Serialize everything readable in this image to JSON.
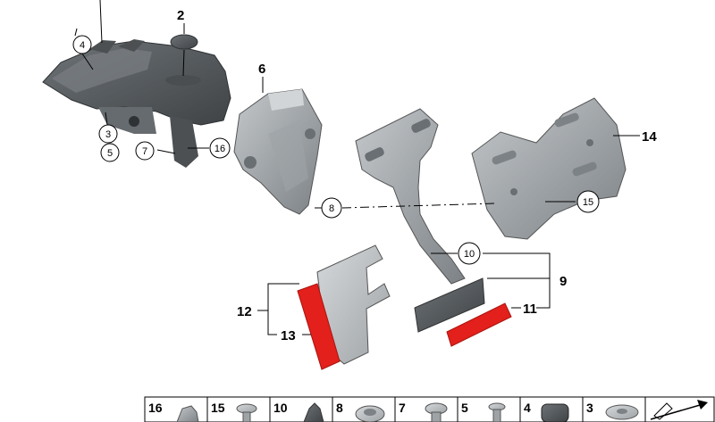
{
  "callouts": [
    {
      "key": "2",
      "text": "2",
      "circled": false
    },
    {
      "key": "4",
      "text": "4",
      "circled": true
    },
    {
      "key": "6",
      "text": "6",
      "circled": false
    },
    {
      "key": "3",
      "text": "3",
      "circled": true
    },
    {
      "key": "5",
      "text": "5",
      "circled": true
    },
    {
      "key": "7",
      "text": "7",
      "circled": true
    },
    {
      "key": "16",
      "text": "16",
      "circled": true
    },
    {
      "key": "8",
      "text": "8",
      "circled": true
    },
    {
      "key": "14",
      "text": "14",
      "circled": false
    },
    {
      "key": "15",
      "text": "15",
      "circled": true
    },
    {
      "key": "10",
      "text": "10",
      "circled": true
    },
    {
      "key": "9",
      "text": "9",
      "circled": false
    },
    {
      "key": "11",
      "text": "11",
      "circled": false
    },
    {
      "key": "12",
      "text": "12",
      "circled": false
    },
    {
      "key": "13",
      "text": "13",
      "circled": false
    }
  ],
  "legend": [
    "16",
    "15",
    "10",
    "8",
    "7",
    "5",
    "4",
    "3"
  ],
  "colors": {
    "part_dark": "#555a5e",
    "part_mid": "#8a8f93",
    "part_light": "#b9bdc0",
    "reflector_red": "#e3201b",
    "line": "#000000"
  }
}
